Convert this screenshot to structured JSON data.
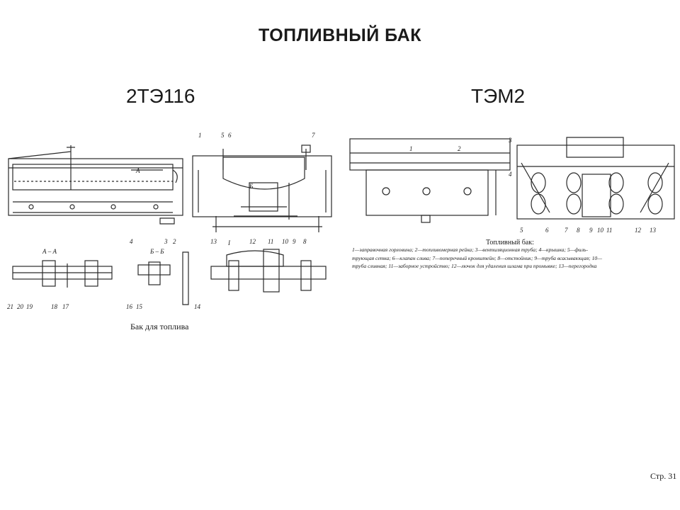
{
  "title": "ТОПЛИВНЫЙ БАК",
  "left_figure": {
    "model": "2ТЭ116",
    "caption": "Бак для топлива",
    "callouts": [
      "1",
      "2",
      "3",
      "4",
      "5",
      "6",
      "7",
      "8",
      "9",
      "10",
      "11",
      "12",
      "13",
      "14",
      "15",
      "16",
      "17",
      "18",
      "19",
      "20",
      "21"
    ],
    "section_labels": [
      "А – А",
      "Б – Б",
      "I",
      "А",
      "Б"
    ]
  },
  "right_figure": {
    "model": "ТЭМ2",
    "caption_title": "Топливный бак:",
    "legend_line1": "1—заправочная горловина; 2—топливомерная рейка; 3—вентиляционная труба; 4—крышка; 5—филь-",
    "legend_line2": "трующая сетка; 6—клапан слива; 7—поперечный кронштейн; 8—отстойник; 9—труба всасывающая; 10—",
    "legend_line3": "труба сливная; 11—заборное устройство; 12—лючок для удаления шлама при промывке; 13—перегородка",
    "callouts": [
      "1",
      "2",
      "3",
      "4",
      "5",
      "6",
      "7",
      "8",
      "9",
      "10",
      "11",
      "12",
      "13"
    ]
  },
  "page_number": "Стр. 31"
}
